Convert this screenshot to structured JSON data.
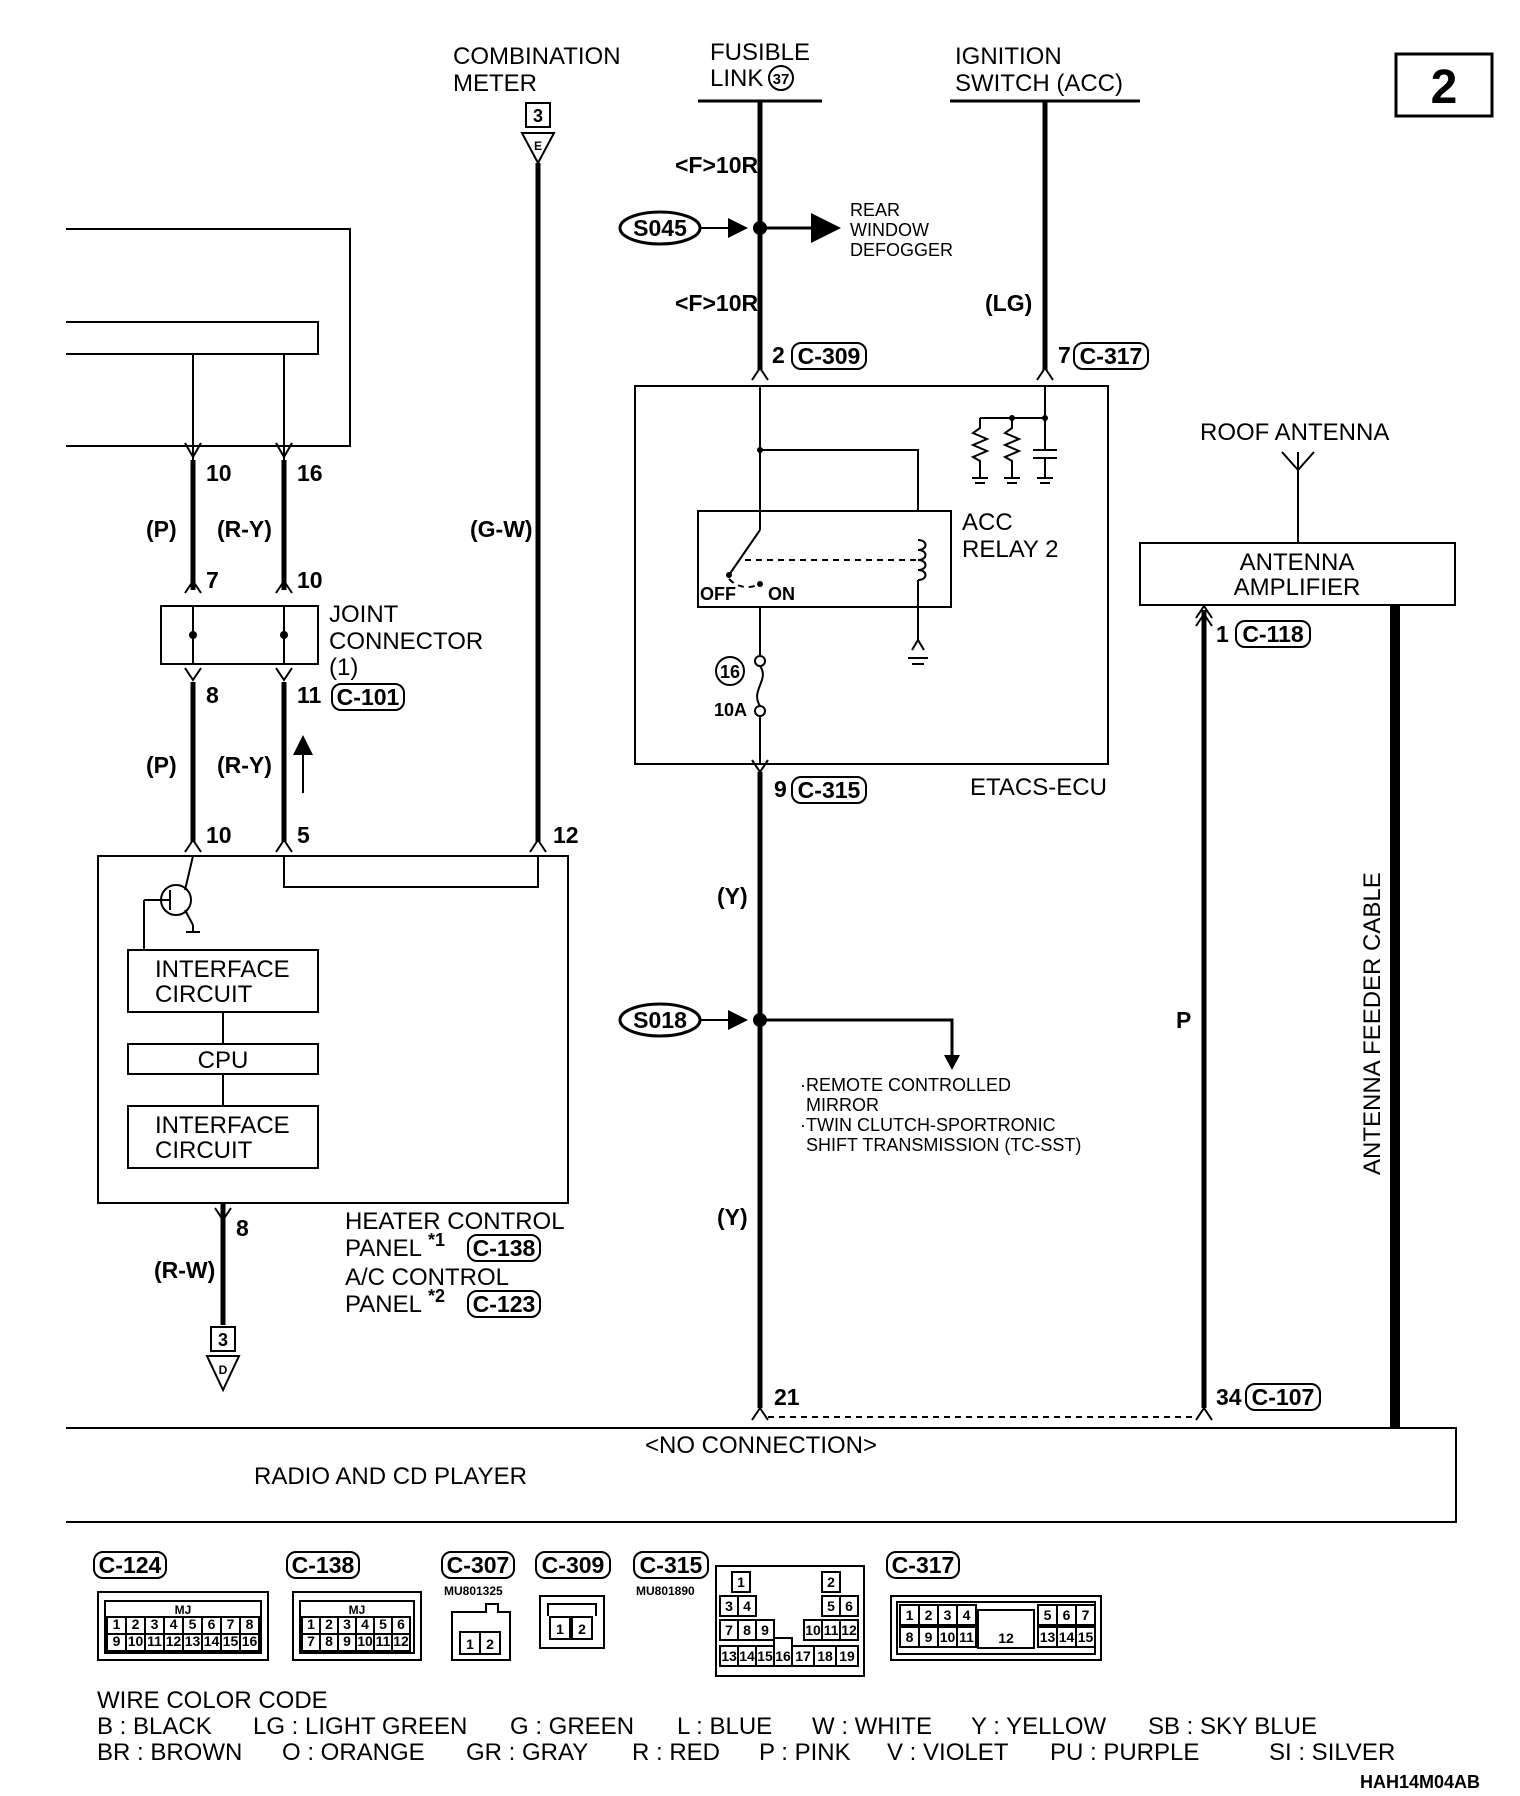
{
  "page_number": "2",
  "figure_code": "HAH14M04AB",
  "sources": {
    "combination_meter": [
      "COMBINATION",
      "METER"
    ],
    "combination_meter_conn": "3",
    "combination_meter_letter": "E",
    "fusible_link": [
      "FUSIBLE",
      "LINK"
    ],
    "fusible_link_num": "37",
    "ignition_switch": [
      "IGNITION",
      "SWITCH (ACC)"
    ]
  },
  "wires": {
    "f10r_top": "<F>10R",
    "f10r_bottom": "<F>10R",
    "lg": "(LG)",
    "p_left_top": "(P)",
    "ry_top": "(R-Y)",
    "gw": "(G-W)",
    "p_left_bottom": "(P)",
    "ry_bottom": "(R-Y)",
    "y_top": "(Y)",
    "y_bottom": "(Y)",
    "rw": "(R-W)",
    "p_antenna": "P"
  },
  "splices": {
    "s045": "S045",
    "s018": "S018",
    "rear_defogger": [
      "REAR",
      "WINDOW",
      "DEFOGGER"
    ],
    "remote_notes": [
      "·REMOTE CONTROLLED",
      "MIRROR",
      "·TWIN CLUTCH-SPORTRONIC",
      "SHIFT TRANSMISSION (TC-SST)"
    ]
  },
  "pins": {
    "p10a": "10",
    "p16": "16",
    "p7": "7",
    "p10b": "10",
    "p8a": "8",
    "p11": "11",
    "p10c": "10",
    "p5": "5",
    "p12": "12",
    "p8b": "8",
    "p2": "2",
    "p7b": "7",
    "p9": "9",
    "p21": "21",
    "p1": "1",
    "p34": "34"
  },
  "connectors": {
    "c309": "C-309",
    "c317": "C-317",
    "c101": "C-101",
    "c315": "C-315",
    "c118": "C-118",
    "c107": "C-107",
    "c138": "C-138",
    "c123": "C-123"
  },
  "components": {
    "joint_connector": [
      "JOINT",
      "CONNECTOR",
      "(1)"
    ],
    "acc_relay": [
      "ACC",
      "RELAY 2"
    ],
    "relay_off": "OFF",
    "relay_on": "ON",
    "fuse_num": "16",
    "fuse_rating": "10A",
    "etacs": "ETACS-ECU",
    "roof_antenna": "ROOF ANTENNA",
    "antenna_amp": [
      "ANTENNA",
      "AMPLIFIER"
    ],
    "feeder_cable": "ANTENNA FEEDER CABLE",
    "interface1": [
      "INTERFACE",
      "CIRCUIT"
    ],
    "cpu": "CPU",
    "interface2": [
      "INTERFACE",
      "CIRCUIT"
    ],
    "heater_panel": [
      "HEATER CONTROL",
      "PANEL",
      "*1"
    ],
    "ac_panel": [
      "A/C CONTROL",
      "PANEL",
      "*2"
    ],
    "out_conn": "3",
    "out_letter": "D",
    "no_connection": "<NO CONNECTION>",
    "radio": "RADIO AND CD PLAYER"
  },
  "connector_views": {
    "c124": {
      "label": "C-124",
      "tag": "MJ",
      "row1": [
        "1",
        "2",
        "3",
        "4",
        "5",
        "6",
        "7",
        "8"
      ],
      "row2": [
        "9",
        "10",
        "11",
        "12",
        "13",
        "14",
        "15",
        "16"
      ]
    },
    "c138": {
      "label": "C-138",
      "tag": "MJ",
      "row1": [
        "1",
        "2",
        "3",
        "4",
        "5",
        "6"
      ],
      "row2": [
        "7",
        "8",
        "9",
        "10",
        "11",
        "12"
      ]
    },
    "c307": {
      "label": "C-307",
      "part": "MU801325",
      "pins": [
        "1",
        "2"
      ]
    },
    "c309": {
      "label": "C-309",
      "pins": [
        "1",
        "2"
      ]
    },
    "c315": {
      "label": "C-315",
      "part": "MU801890",
      "r1": [
        "1",
        "2"
      ],
      "r2": [
        "3",
        "4",
        "5",
        "6"
      ],
      "r3": [
        "7",
        "8",
        "9",
        "10",
        "11",
        "12"
      ],
      "r4": [
        "13",
        "14",
        "15",
        "16",
        "17",
        "18",
        "19"
      ]
    },
    "c317": {
      "label": "C-317",
      "r1": [
        "1",
        "2",
        "3",
        "4",
        "5",
        "6",
        "7"
      ],
      "r2": [
        "8",
        "9",
        "10",
        "11",
        "12",
        "13",
        "14",
        "15"
      ]
    }
  },
  "color_code": {
    "title": "WIRE COLOR CODE",
    "row1": [
      "B : BLACK",
      "LG : LIGHT GREEN",
      "G : GREEN",
      "L : BLUE",
      "W : WHITE",
      "Y : YELLOW",
      "SB : SKY BLUE"
    ],
    "row2": [
      "BR : BROWN",
      "O : ORANGE",
      "GR : GRAY",
      "R : RED",
      "P : PINK",
      "V : VIOLET",
      "PU : PURPLE",
      "SI : SILVER"
    ]
  }
}
